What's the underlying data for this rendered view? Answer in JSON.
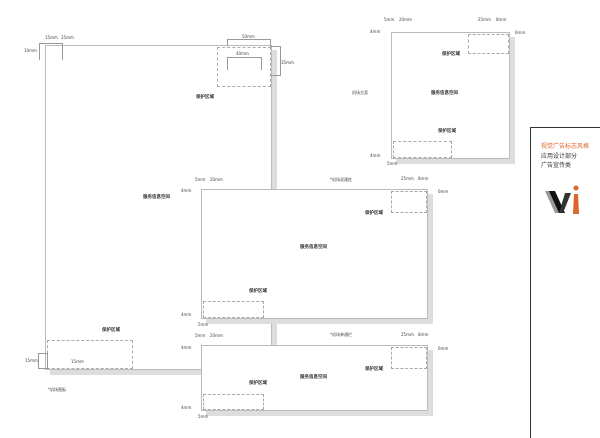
{
  "brand": {
    "line1": "视觉广告标志风格",
    "line2": "应用设计部分",
    "line3": "广告宣传类",
    "accent": "#e0652a",
    "logo_text": "vi"
  },
  "labels": {
    "protect": "保护区域",
    "service": "服务信息空间"
  },
  "panels": [
    {
      "caption": "*机场围板",
      "dims": [
        "15mm",
        "25mm",
        "10mm",
        "50mm",
        "40mm",
        "35mm",
        "15mm",
        "15mm"
      ]
    },
    {
      "caption": "机场方案",
      "dims": [
        "5mm",
        "20mm",
        "4mm",
        "25mm",
        "8mm",
        "6mm",
        "4mm",
        "5mm"
      ]
    },
    {
      "caption": "*机场双通柱",
      "dims": [
        "5mm",
        "20mm",
        "4mm",
        "25mm",
        "8mm",
        "6mm",
        "4mm",
        "5mm"
      ]
    },
    {
      "caption": "*机场单通栏",
      "dims": [
        "5mm",
        "20mm",
        "4mm",
        "25mm",
        "8mm",
        "6mm",
        "4mm",
        "5mm"
      ]
    }
  ]
}
